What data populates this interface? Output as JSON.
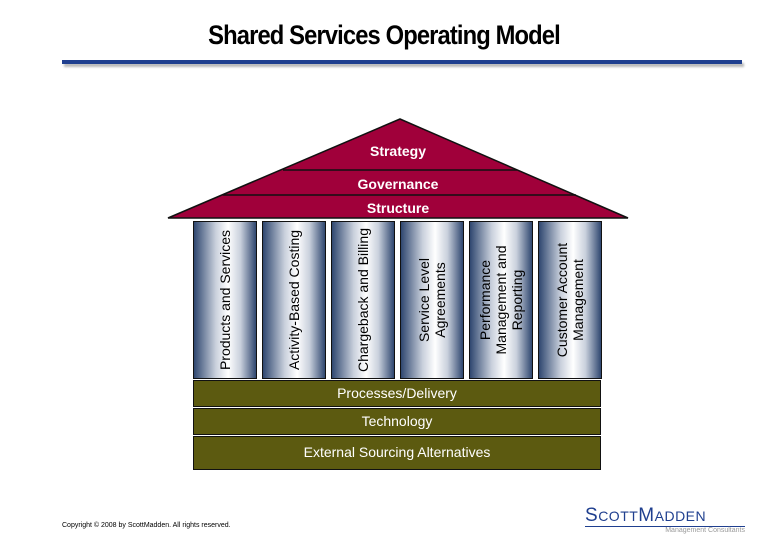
{
  "title": "Shared Services Operating Model",
  "roof": [
    "Strategy",
    "Governance",
    "Structure"
  ],
  "pillars": [
    "Products and Services",
    "Activity-Based Costing",
    "Chargeback and Billing",
    "Service Level Agreements",
    "Performance Management and Reporting",
    "Customer Account Management"
  ],
  "foundation": [
    "Processes/Delivery",
    "Technology",
    "External Sourcing Alternatives"
  ],
  "footer": {
    "copyright": "Copyright © 2008 by ScottMadden.  All rights reserved.",
    "logo_name": "ScottMadden",
    "logo_tagline": "Management Consultants"
  },
  "colors": {
    "roof": "#a0003a",
    "foundation": "#5c5a10",
    "accent": "#1f3f8f"
  }
}
